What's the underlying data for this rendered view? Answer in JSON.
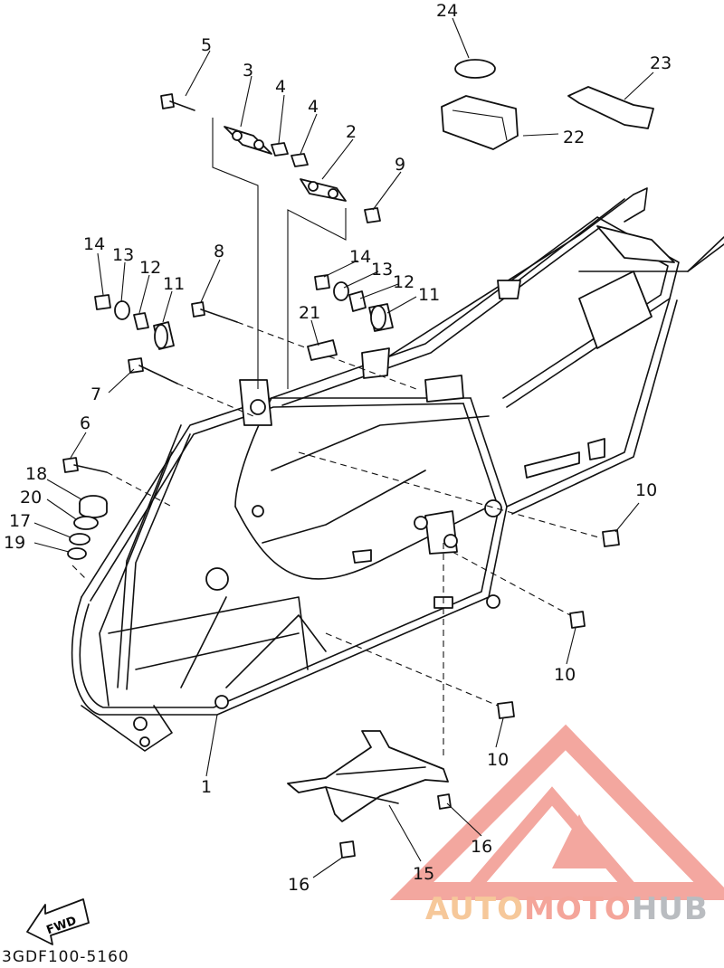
{
  "callouts": {
    "c1": "1",
    "c2": "2",
    "c3": "3",
    "c4a": "4",
    "c4b": "4",
    "c5": "5",
    "c6": "6",
    "c7": "7",
    "c8": "8",
    "c9": "9",
    "c10a": "10",
    "c10b": "10",
    "c10c": "10",
    "c11a": "11",
    "c11b": "11",
    "c12a": "12",
    "c12b": "12",
    "c13a": "13",
    "c13b": "13",
    "c14a": "14",
    "c14b": "14",
    "c15": "15",
    "c16a": "16",
    "c16b": "16",
    "c17": "17",
    "c18": "18",
    "c19": "19",
    "c20": "20",
    "c21": "21",
    "c22": "22",
    "c23": "23",
    "c24": "24"
  },
  "fwd_label": "FWD",
  "diagram_code": "3GDF100-5160",
  "watermark": {
    "part1": "AUTO",
    "part2": "MOTO",
    "part3": "HUB"
  },
  "colors": {
    "line": "#111111",
    "logo_red": "#f08a80",
    "logo_orange": "#f6c89a",
    "logo_gray": "#b9bcc0"
  }
}
